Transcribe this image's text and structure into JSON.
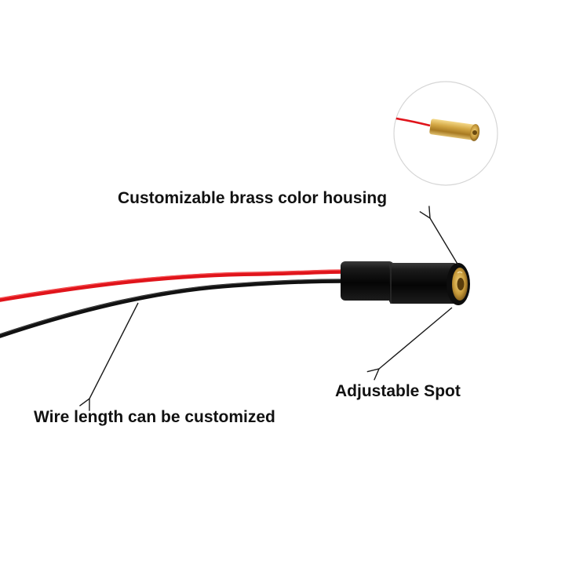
{
  "labels": {
    "housing": "Customizable brass color housing",
    "spot": "Adjustable Spot",
    "wire": "Wire length can be customized"
  },
  "colors": {
    "background": "#ffffff",
    "wire_red": "#e0141b",
    "wire_black": "#111111",
    "module_body": "#141414",
    "brass": "#c9a040",
    "text": "#111111"
  },
  "icons": {
    "callout_arrow": "thin-arrow",
    "inset": "circular-magnifier-inset"
  }
}
